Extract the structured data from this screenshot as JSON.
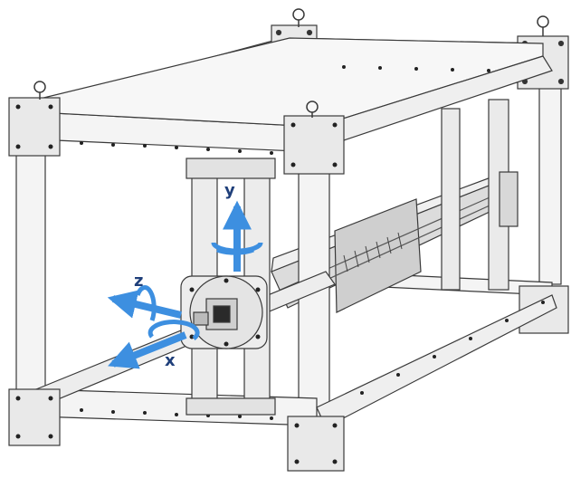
{
  "figure": {
    "axes": {
      "x_label": "x",
      "y_label": "y",
      "z_label": "z"
    },
    "colors": {
      "frame_stroke": "#3a3a3a",
      "frame_fill": "#f4f4f4",
      "panel_fill": "#e9e9e9",
      "rail_fill": "#d6d6d6",
      "arrow": "#3d8fe0",
      "label": "#1f3f7a"
    },
    "icons": [
      "lifting-eye-icon",
      "rotation-arrow-icon",
      "translation-arrow-icon"
    ]
  }
}
